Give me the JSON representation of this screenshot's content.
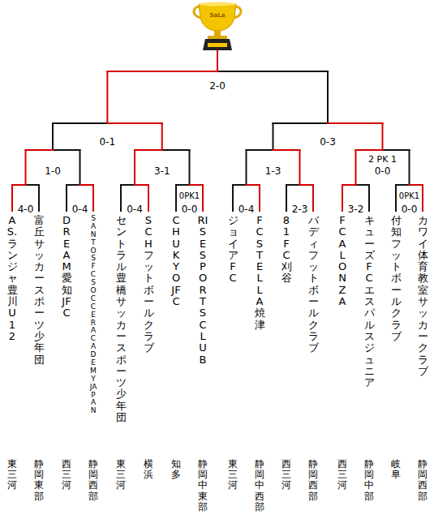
{
  "diagram": {
    "labels": [
      "SaLa",
      "2-0",
      "0-1",
      "0-3",
      "1-0",
      "3-1",
      "1-3",
      "2 PK 1",
      "0-0",
      "4-0",
      "0-4",
      "0-4",
      "0PK1",
      "0-0",
      "0-4",
      "2-3",
      "3-2",
      "0PK1",
      "0-0",
      "AS.ランジャ豊川U12",
      "富丘サッカースポーツ少年団",
      "DREAM愛知JFC",
      "SANTOS FC SOCCER ACADEMY JAPAN",
      "セントラル豊橋サッカースポーツ少年団",
      "SCHフットボールクラブ",
      "CHUKYO JFC",
      "RISE SPORTS CLUB",
      "ジョイアFC",
      "FCSTELLA 焼津",
      "81FC刈谷",
      "バディフットボールクラブ",
      "FC ALONZA",
      "キューズFC エスパルスジュニア",
      "付知フットボールクラブ",
      "カワイ体育教室サッカークラブ",
      "東三河",
      "静岡東部",
      "西三河",
      "静岡西部",
      "東三河",
      "横浜",
      "知多",
      "静岡中東部",
      "東三河",
      "静岡中西部",
      "西三河",
      "静岡西部",
      "西三河",
      "静岡中部",
      "岐阜",
      "静岡西部"
    ]
  }
}
